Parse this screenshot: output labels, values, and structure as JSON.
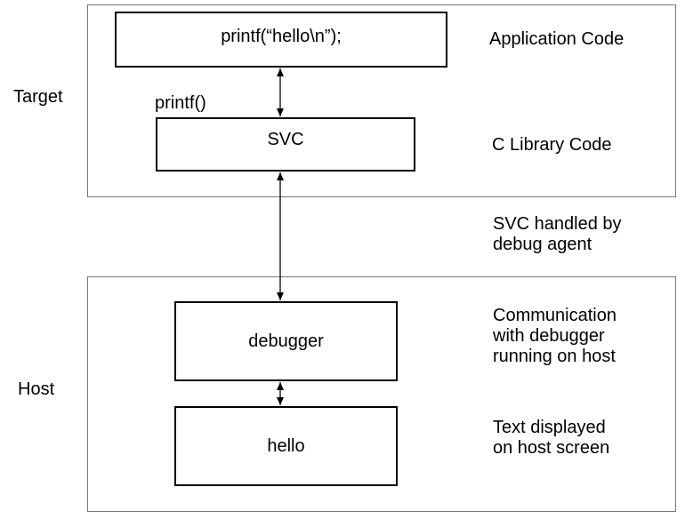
{
  "regions": {
    "target_label": "Target",
    "host_label": "Host"
  },
  "boxes": {
    "application": "printf(“hello\\n”);",
    "svc": "SVC",
    "debugger": "debugger",
    "hello": "hello"
  },
  "labels": {
    "printf_call": "printf()",
    "application_code": "Application Code",
    "c_library_code": "C Library Code",
    "svc_handled": [
      "SVC handled by",
      "debug agent"
    ],
    "communication": [
      "Communication",
      "with debugger",
      "running on host"
    ],
    "text_displayed": [
      "Text displayed",
      "on host screen"
    ]
  }
}
